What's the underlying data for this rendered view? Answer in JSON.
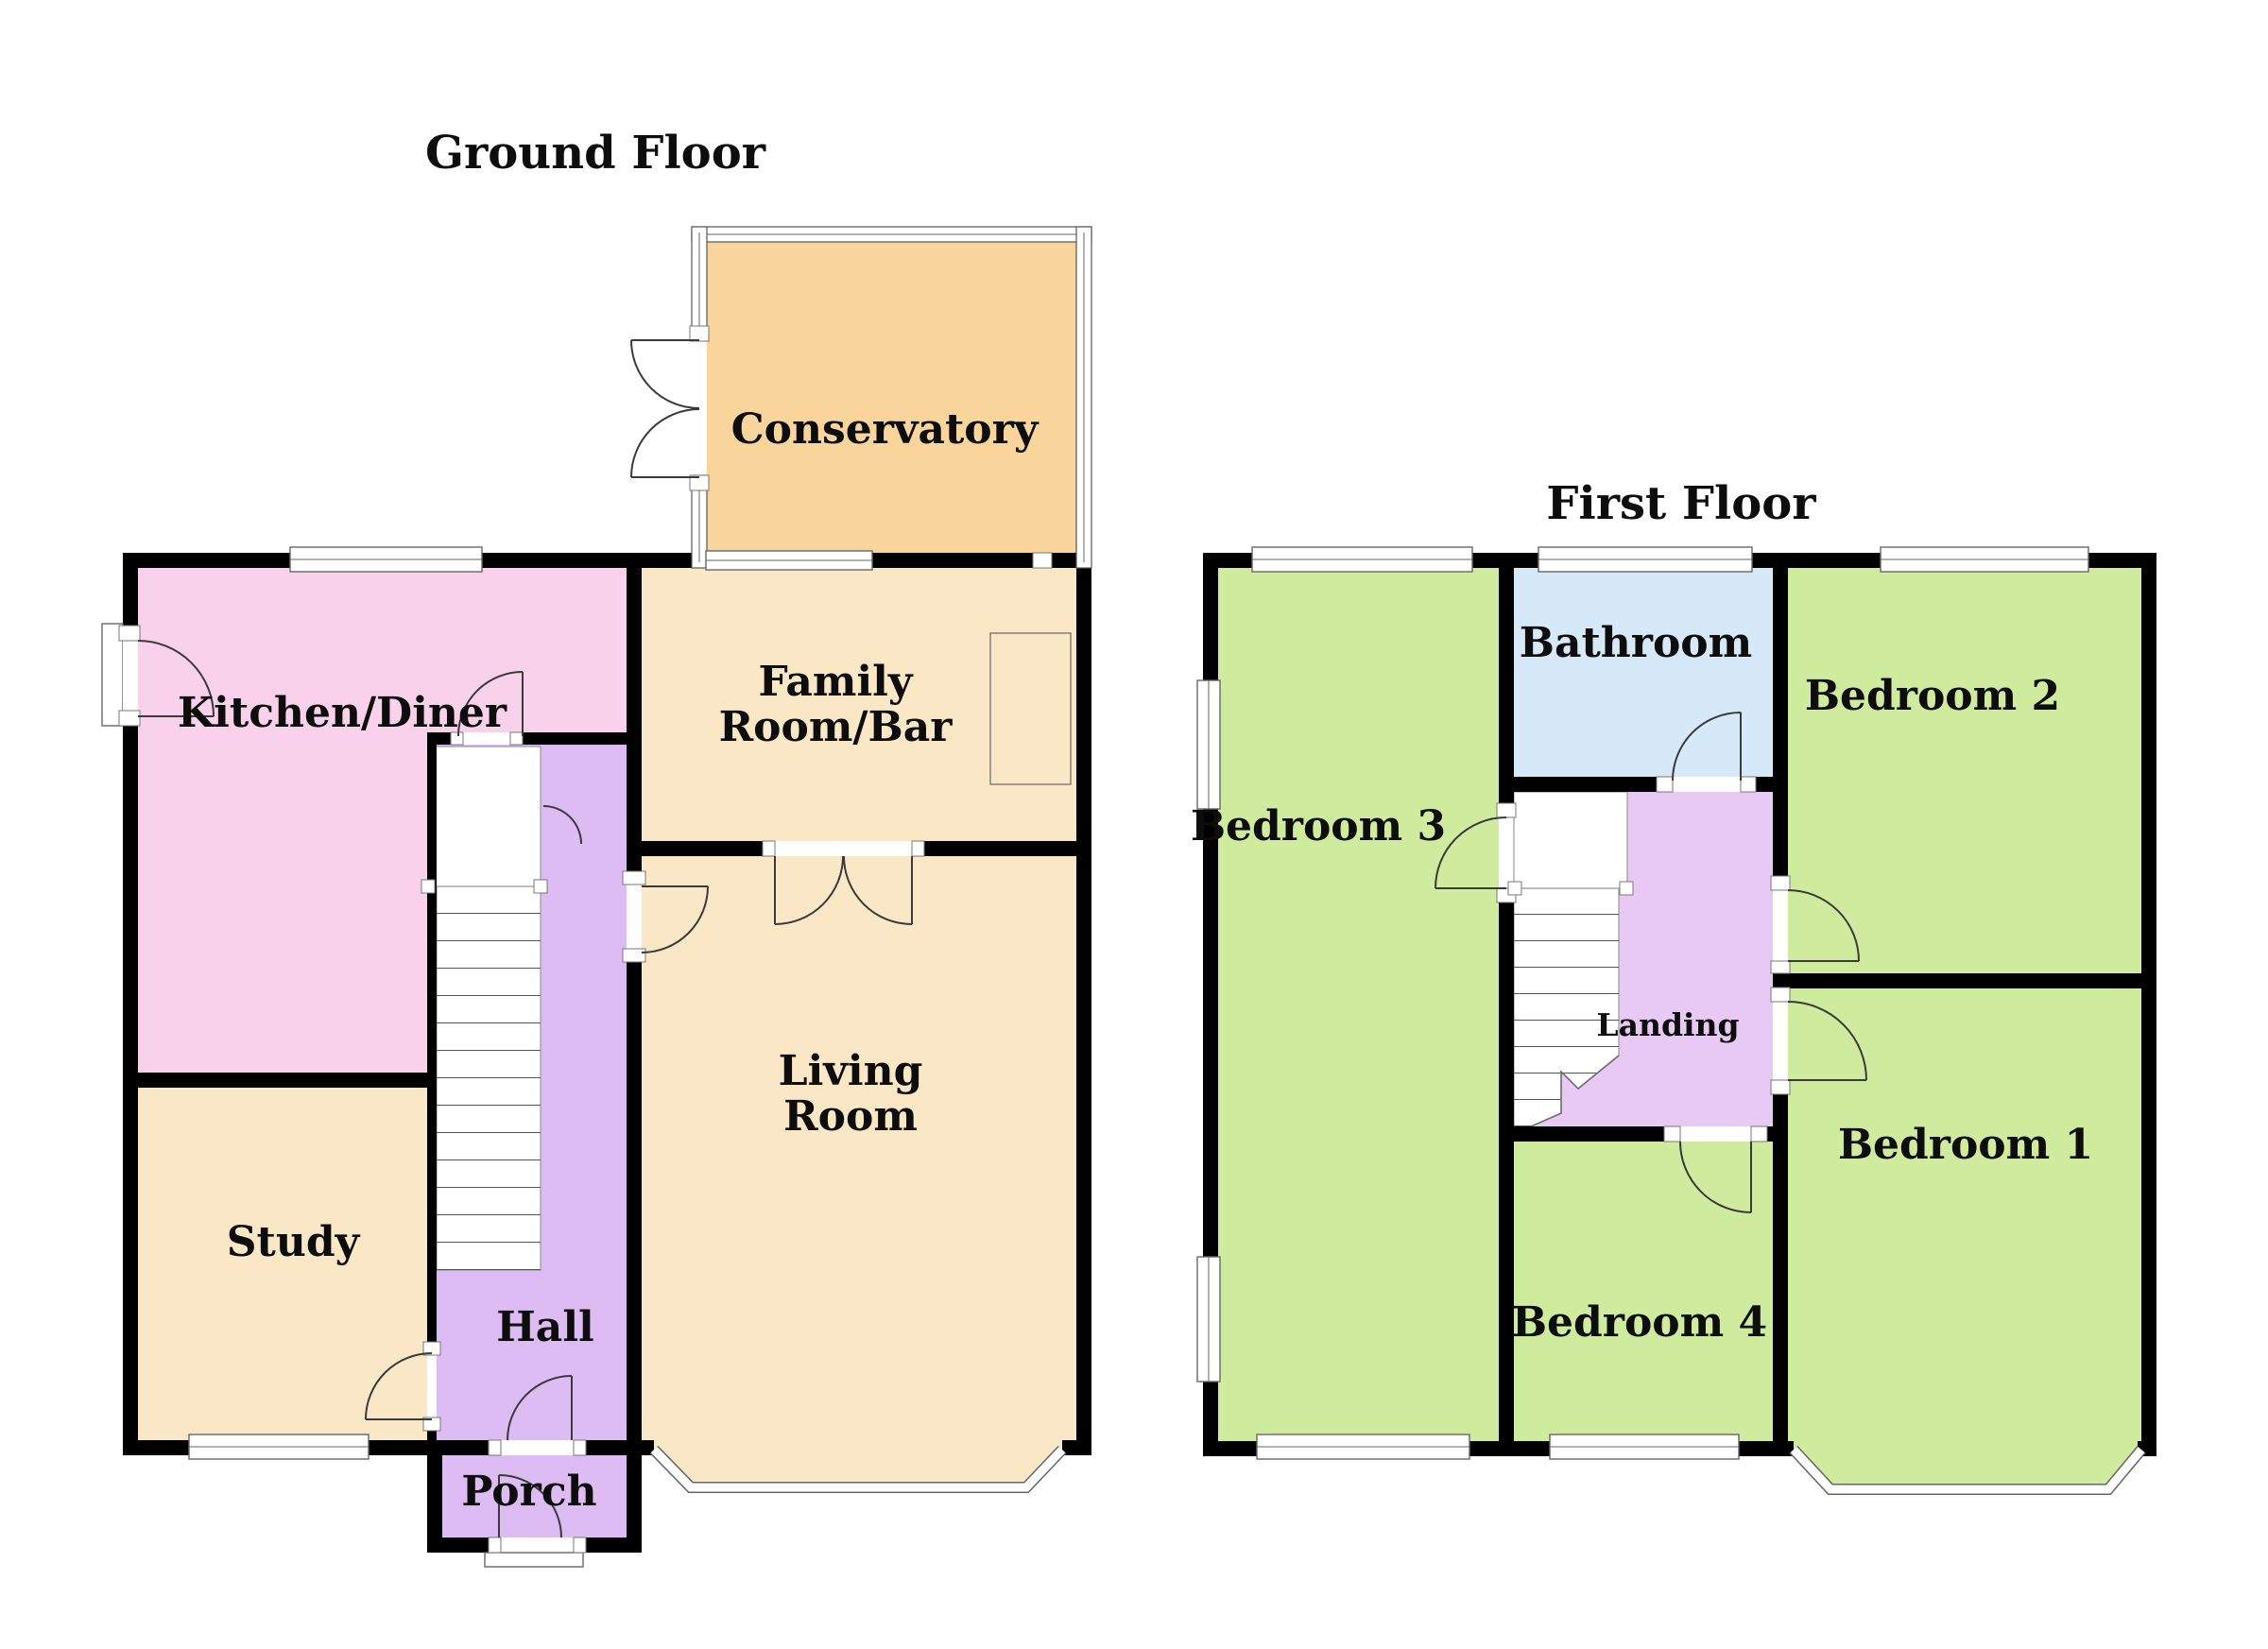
{
  "colors": {
    "wall": "#000000",
    "kitchen": "#F9D1EB",
    "cream": "#FAE7C6",
    "conservatory": "#F9D49B",
    "hall": "#DDBBF3",
    "landing": "#E7C9F3",
    "bedroom": "#CFEC9E",
    "bathroom": "#D6E9F8",
    "stairs": "#FFFFFF"
  },
  "ground_floor": {
    "title": "Ground Floor",
    "rooms": {
      "conservatory": {
        "label": "Conservatory"
      },
      "kitchen": {
        "label": "Kitchen/Diner"
      },
      "family": {
        "line1": "Family",
        "line2": "Room/Bar"
      },
      "living": {
        "line1": "Living",
        "line2": "Room"
      },
      "study": {
        "label": "Study"
      },
      "hall": {
        "label": "Hall"
      },
      "porch": {
        "label": "Porch"
      }
    }
  },
  "first_floor": {
    "title": "First Floor",
    "rooms": {
      "bathroom": {
        "label": "Bathroom"
      },
      "bedroom1": {
        "label": "Bedroom 1"
      },
      "bedroom2": {
        "label": "Bedroom 2"
      },
      "bedroom3": {
        "label": "Bedroom 3"
      },
      "bedroom4": {
        "label": "Bedroom 4"
      },
      "landing": {
        "label": "Landing"
      }
    }
  }
}
